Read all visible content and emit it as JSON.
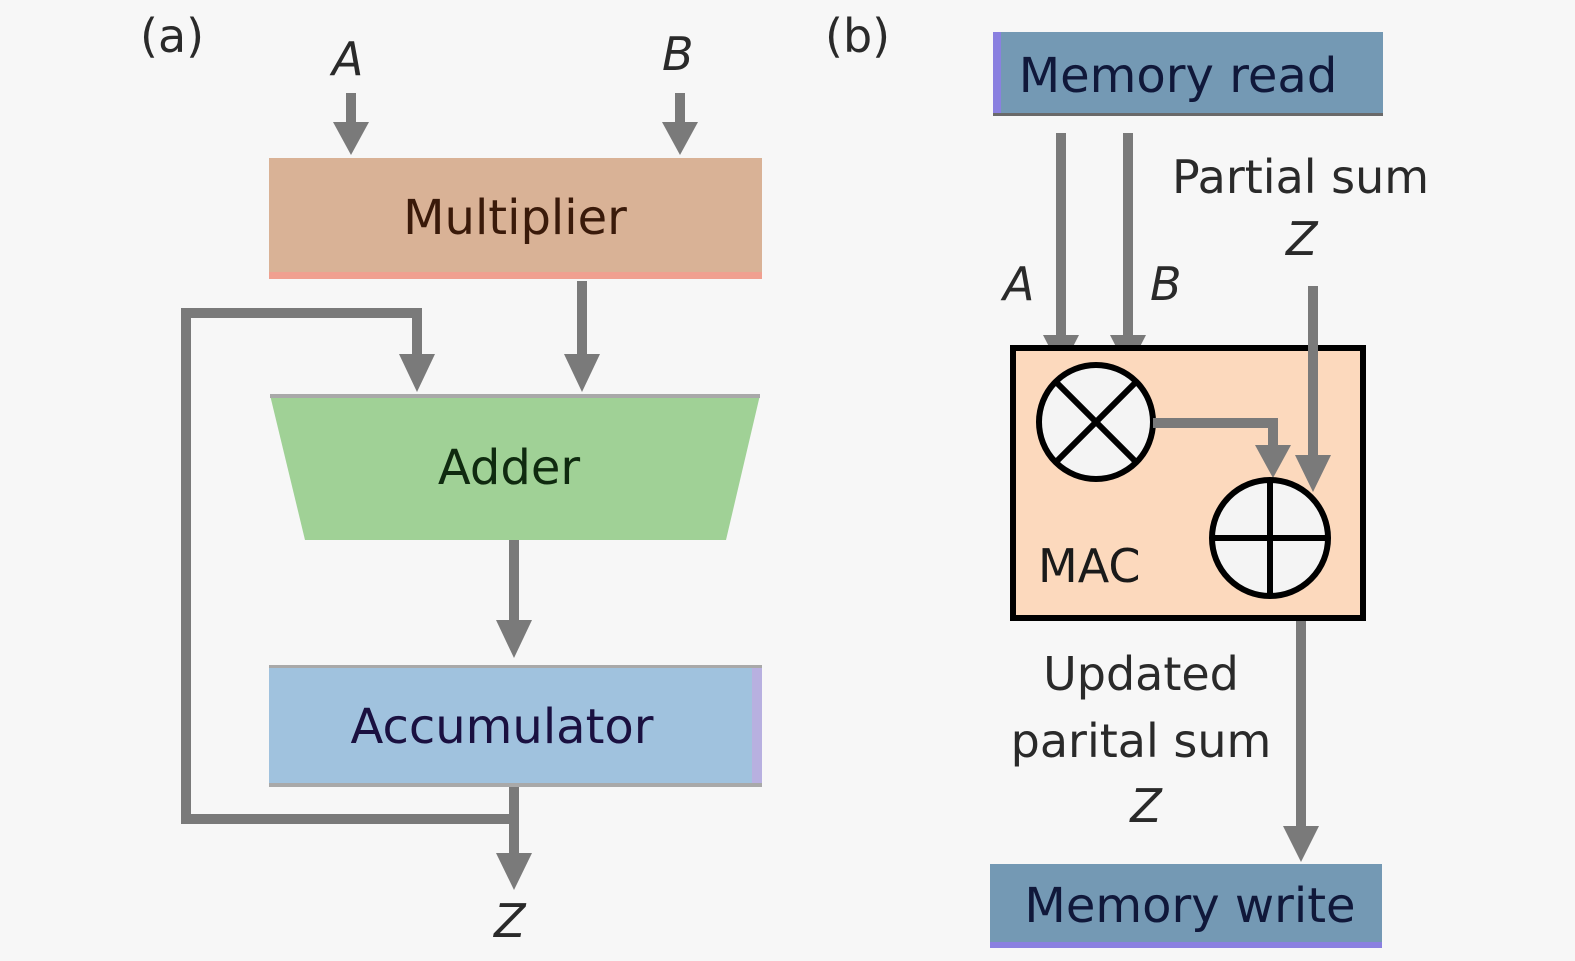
{
  "panel_a": {
    "label": "(a)",
    "inputs": {
      "a": "A",
      "b": "B"
    },
    "multiplier": {
      "label": "Multiplier",
      "fill": "#d9b296",
      "text_color": "#3a1a0a"
    },
    "adder": {
      "label": "Adder",
      "fill": "#a0d196",
      "text_color": "#0f2a0f"
    },
    "accumulator": {
      "label": "Accumulator",
      "fill": "#a0c2de",
      "text_color": "#1a1040"
    },
    "output": "Z"
  },
  "panel_b": {
    "label": "(b)",
    "memory_read": {
      "label": "Memory read",
      "fill": "#7499b4",
      "text_color": "#10183a"
    },
    "memory_write": {
      "label": "Memory write",
      "fill": "#7499b4",
      "text_color": "#10183a"
    },
    "input_a": "A",
    "input_b": "B",
    "partial_sum_label": "Partial sum",
    "partial_sum_var": "Z",
    "mac": {
      "label": "MAC",
      "fill": "#fcd9bd"
    },
    "updated_label_line1": "Updated",
    "updated_label_line2": "parital sum",
    "updated_var": "Z"
  },
  "colors": {
    "arrow": "#7a7a7a",
    "background": "#f7f7f7"
  }
}
